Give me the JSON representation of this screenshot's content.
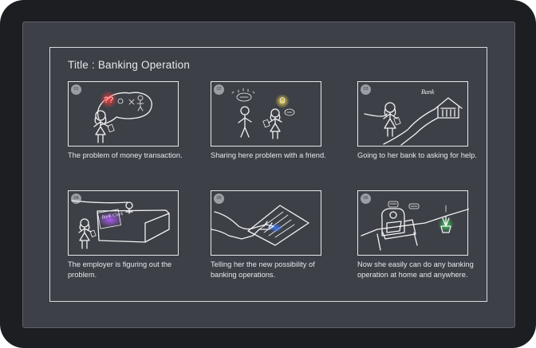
{
  "title": "Title : Banking Operation",
  "accent_colors": {
    "glow_red": "#ff3b3b",
    "glow_yellow": "#ffe24a",
    "glow_purple": "#b25cff",
    "glow_blue": "#3b7bff",
    "glow_green": "#3cd65a"
  },
  "panels": [
    {
      "number": "01",
      "caption": "The problem of money transaction."
    },
    {
      "number": "02",
      "caption": "Sharing here problem with a friend."
    },
    {
      "number": "03",
      "caption": "Going to her bank to asking for help.",
      "sign": "Bank"
    },
    {
      "number": "04",
      "caption": "The employer is figuring out the problem.",
      "sign": "Bank Clerk"
    },
    {
      "number": "05",
      "caption": "Telling her the new possibility of banking operations."
    },
    {
      "number": "06",
      "caption": "Now she easily can do any banking operation at home and anywhere."
    }
  ]
}
